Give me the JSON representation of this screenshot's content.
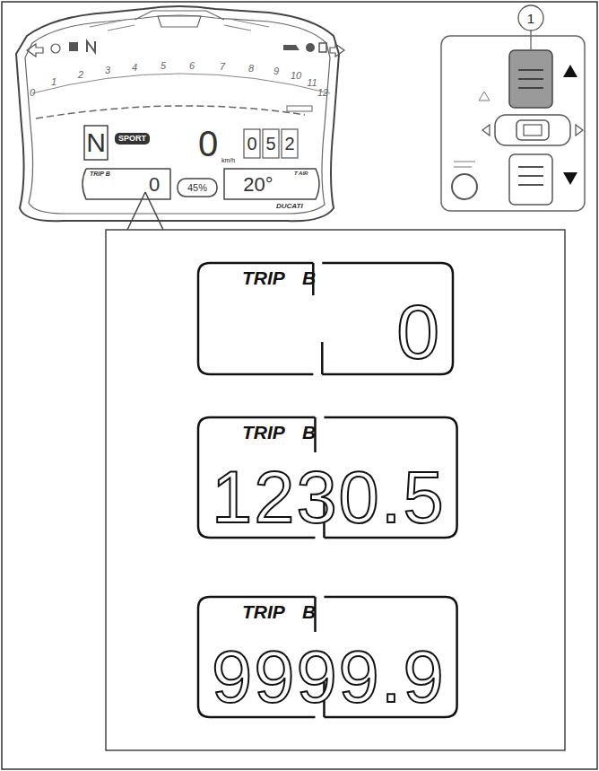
{
  "diagram": {
    "nodes": [
      {
        "text": [
          "TRIP B",
          "0"
        ]
      },
      {
        "text": [
          "TRIP B",
          "1230.5"
        ]
      },
      {
        "text": [
          "TRIP B",
          "9999.9"
        ]
      }
    ],
    "labels": [
      "1",
      "0",
      "1",
      "2",
      "3",
      "4",
      "5",
      "6",
      "7",
      "8",
      "9",
      "10",
      "11",
      "12",
      "N",
      "SPORT",
      "0",
      "km/h",
      "0",
      "5",
      "2",
      "TRIP B",
      "0",
      "45%",
      "20°",
      "T AIR",
      "DUCATI"
    ]
  }
}
